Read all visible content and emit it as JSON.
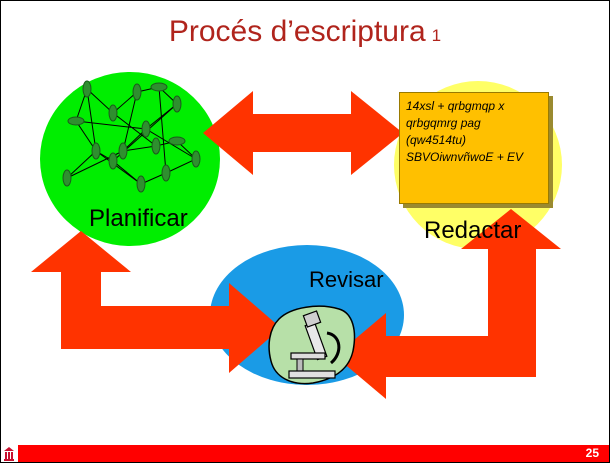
{
  "slide": {
    "title": "Procés d’escriptura",
    "title_subscript": "1",
    "page_number": "25"
  },
  "nodes": {
    "planificar": "Planificar",
    "redactar": "Redactar",
    "revisar": "Revisar"
  },
  "note_lines": [
    "14xsl  + qrbgmqp x",
    "qrbgqmrg pag",
    "(qw4514tu)",
    "SBVOiwnvñwoE + EV"
  ],
  "colors": {
    "title": "#b0241c",
    "arrow": "#ff3300",
    "planificar_circle": "#00ee00",
    "redactar_circle": "#ffff66",
    "revisar_circle": "#1a9be6",
    "note": "#ffc000",
    "footer_bar": "#ff0000"
  },
  "icons": [
    "network-icon",
    "microscope-icon",
    "university-logo"
  ]
}
